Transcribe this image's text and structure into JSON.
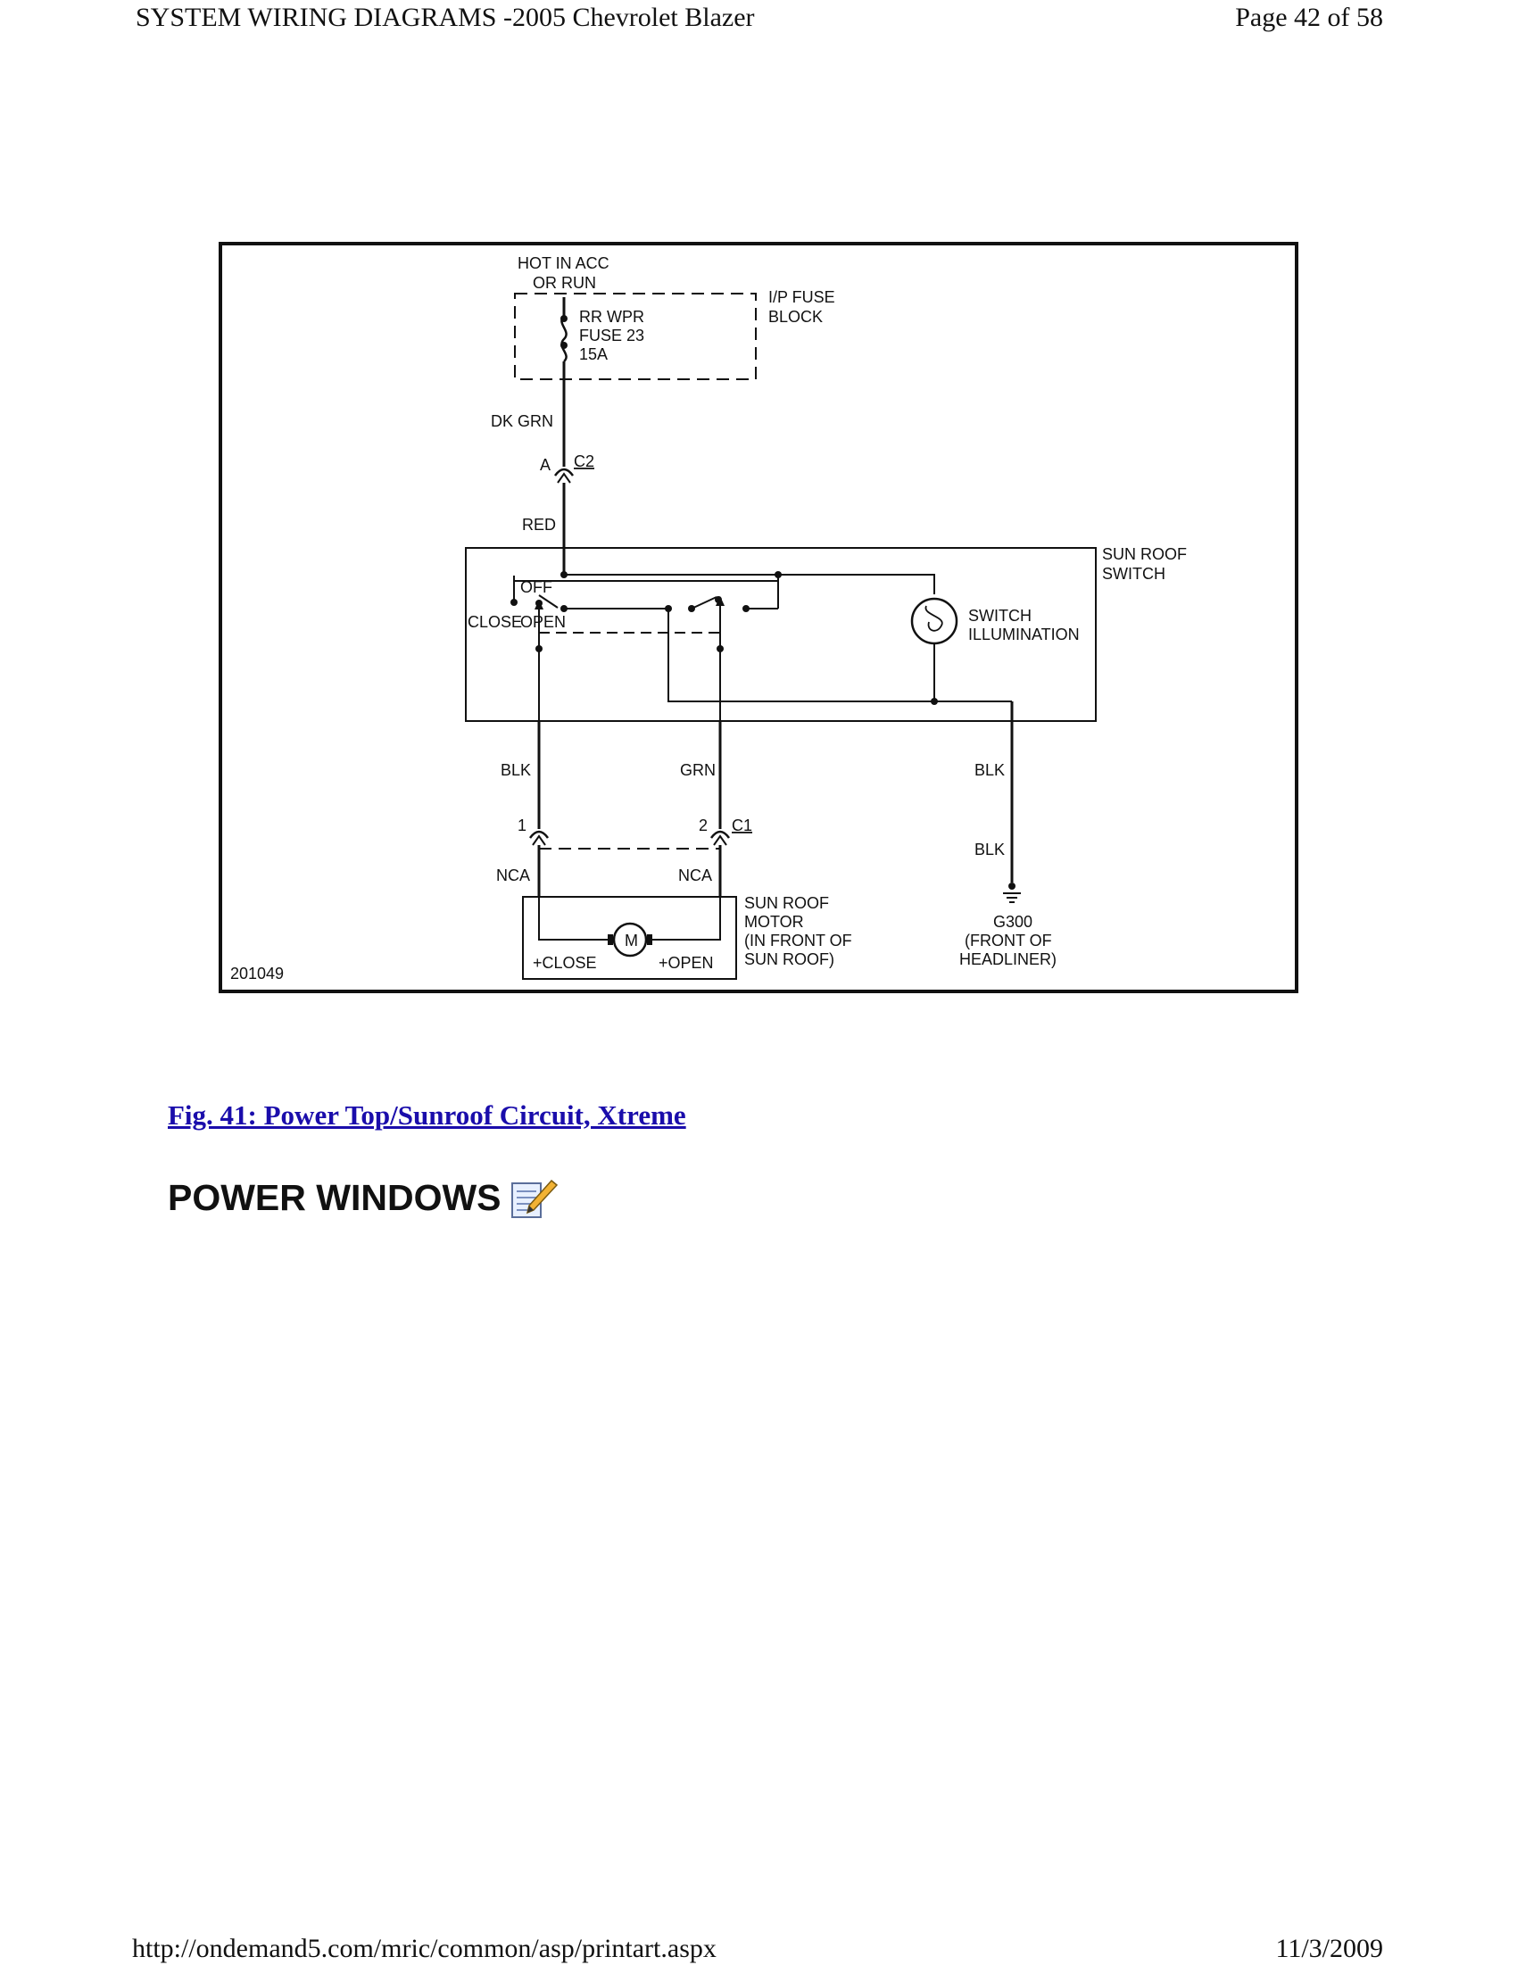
{
  "header": {
    "title": "SYSTEM WIRING DIAGRAMS -2005 Chevrolet Blazer",
    "page": "Page 42 of 58"
  },
  "footer": {
    "url": "http://ondemand5.com/mric/common/asp/printart.aspx",
    "date": "11/3/2009"
  },
  "figure": {
    "caption": "Fig. 41: Power Top/Sunroof Circuit, Xtreme",
    "diagram_id": "201049",
    "labels": {
      "hot1": "HOT IN ACC",
      "hot2": "OR RUN",
      "fuseblock1": "I/P FUSE",
      "fuseblock2": "BLOCK",
      "fuse1": "RR WPR",
      "fuse2": "FUSE 23",
      "fuse3": "15A",
      "dkgrn": "DK GRN",
      "connA": "A",
      "connC2": "C2",
      "red": "RED",
      "switch1": "SUN ROOF",
      "switch2": "SWITCH",
      "off": "OFF",
      "close": "CLOSE",
      "open": "OPEN",
      "illum1": "SWITCH",
      "illum2": "ILLUMINATION",
      "blk1": "BLK",
      "grn": "GRN",
      "blk2": "BLK",
      "pin1": "1",
      "pin2": "2",
      "connC1": "C1",
      "nca1": "NCA",
      "nca2": "NCA",
      "blk3": "BLK",
      "motor1": "SUN ROOF",
      "motor2": "MOTOR",
      "motor3": "(IN FRONT OF",
      "motor4": "SUN ROOF)",
      "motorM": "M",
      "plusclose": "+CLOSE",
      "plusopen": "+OPEN",
      "ground1": "G300",
      "ground2": "(FRONT OF",
      "ground3": "HEADLINER)"
    }
  },
  "section": {
    "title": "POWER WINDOWS",
    "icon": "notepad-pencil-icon"
  }
}
